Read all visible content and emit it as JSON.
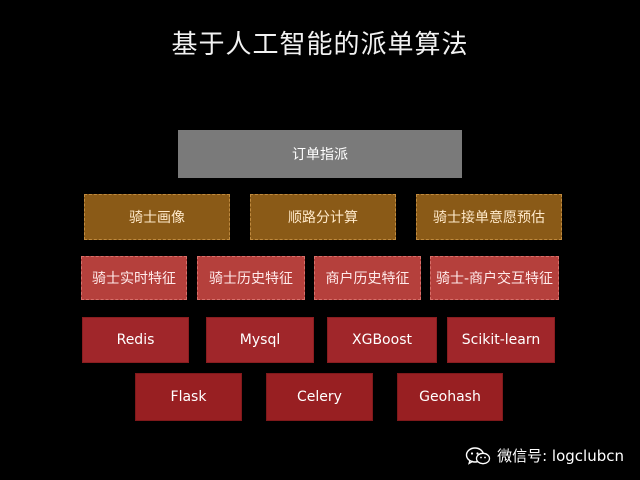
{
  "title": "基于人工智能的派单算法",
  "root": {
    "label": "订单指派"
  },
  "level1": [
    "骑士画像",
    "顺路分计算",
    "骑士接单意愿预估"
  ],
  "level2": [
    "骑士实时特征",
    "骑士历史特征",
    "商户历史特征",
    "骑士-商户交互特征"
  ],
  "level3": [
    "Redis",
    "Mysql",
    "XGBoost",
    "Scikit-learn"
  ],
  "level4": [
    "Flask",
    "Celery",
    "Geohash"
  ],
  "watermark": {
    "text": "微信号: logclubcn",
    "icon": "wechat-icon"
  },
  "colors": {
    "background": "#000000",
    "root": "#7a7a7a",
    "level1": "#8a5a17",
    "level2": "#b5403c",
    "level3": "#a0262a",
    "level4": "#981f22"
  }
}
